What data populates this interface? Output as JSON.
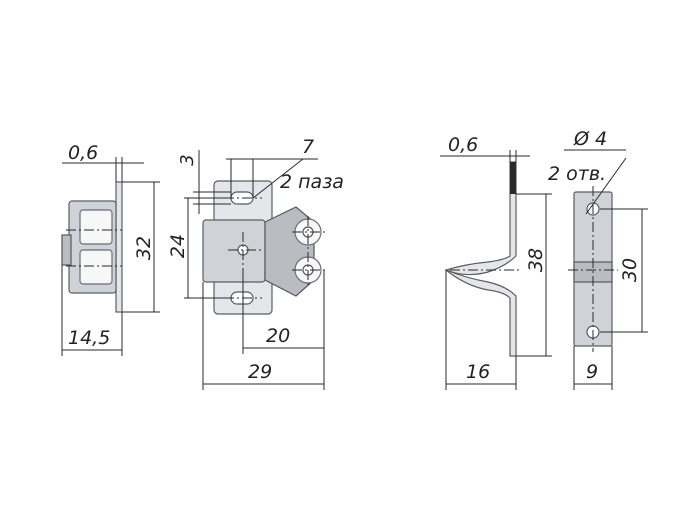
{
  "views": {
    "side_view": {
      "dims": {
        "thickness": "0,6",
        "height": "32",
        "depth": "14,5"
      }
    },
    "front_view": {
      "dims": {
        "left_offset": "3",
        "slot_width": "7",
        "slot_note": "2 паза",
        "slot_spacing": "24",
        "center_to_roller": "20",
        "overall_width": "29"
      }
    },
    "spring_profile": {
      "dims": {
        "thickness": "0,6",
        "height": "38",
        "depth": "16"
      }
    },
    "strike_plate": {
      "dims": {
        "hole_dia": "Ø 4",
        "hole_note": "2 отв.",
        "hole_spacing": "30",
        "width": "9"
      }
    }
  }
}
